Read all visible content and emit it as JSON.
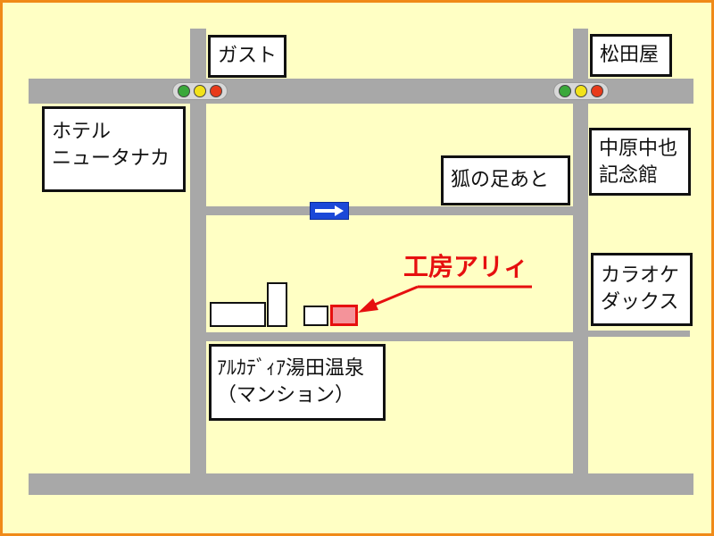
{
  "colors": {
    "background": "#ffffc4",
    "frame": "#f08a18",
    "road": "#a8a8a8",
    "shop_highlight": "#e60f0f",
    "shop_fill": "#f4939a",
    "oneway_sign": "#1b48d8",
    "signal_green": "#3aa83a",
    "signal_yellow": "#f2e21a",
    "signal_red": "#e83a1a"
  },
  "map": {
    "target": {
      "name": "工房アリィ",
      "marker": "red-arrow"
    },
    "landmarks": {
      "gusto": "ガスト",
      "matsudaya": "松田屋",
      "hotel": [
        "ホテル",
        "ニュータナカ"
      ],
      "kitsune": "狐の足あと",
      "nakahara": [
        "中原中也",
        "記念館"
      ],
      "karaoke": [
        "カラオケ",
        "ダックス"
      ],
      "mansion": [
        "ｱﾙｶﾃﾞｨｱ湯田温泉",
        "（マンション）"
      ]
    },
    "icons": {
      "traffic_signal": "traffic-light-icon",
      "one_way": "one-way-arrow-icon"
    }
  }
}
